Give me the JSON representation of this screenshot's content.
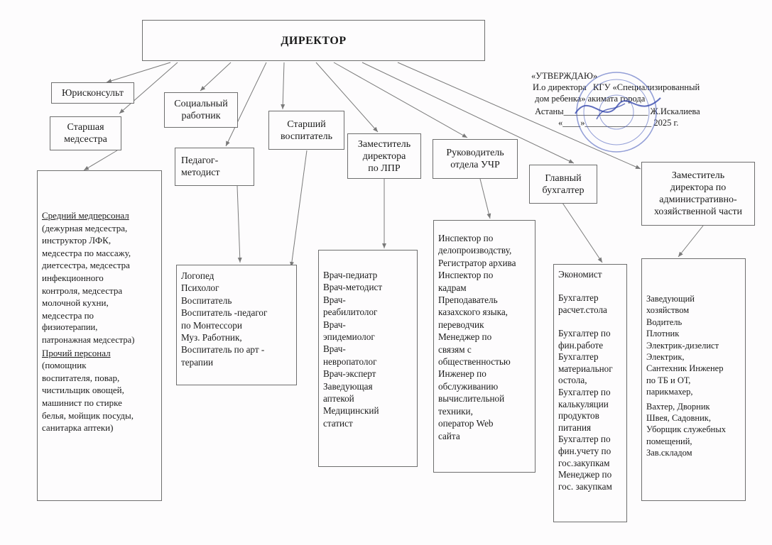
{
  "director": "ДИРЕКТОР",
  "headers": {
    "jurist": "Юрисконсульт",
    "social": "Социальный\nработник",
    "senior_nurse": "Старшая\nмедсестра",
    "senior_educator": "Старший\nвоспитатель",
    "methodist": "Педагог-\nметодист",
    "deputy_lpr": "Заместитель\nдиректора\nпо ЛПР",
    "head_uchr": "Руководитель\nотдела УЧР",
    "chief_accountant": "Главный\nбухгалтер",
    "deputy_admin": "Заместитель\nдиректора по\nадминистративно-\nхозяйственной части"
  },
  "medical_staff": {
    "title1": "Средний медперсонал",
    "body1": "(дежурная медсестра,\nинструктор ЛФК,\nмедсестра по массажу,\nдиетсестра, медсестра\nинфекционного\nконтроля, медсестра\nмолочной кухни,\nмедсестра по",
    "body1_small": "физиотерапии,\nпатронажная медсестра)",
    "title2": "Прочий персонал",
    "body2": "(помощник\nвоспитателя, повар,\nчистильщик овощей,\nмашинист по стирке\nбелья, мойщик посуды,\nсанитарка аптеки)"
  },
  "educators_list": "Логопед\nПсихолог\nВоспитатель\nВоспитатель -педагог\nпо Монтессори\nМуз. Работник,\nВоспитатель по арт -\nтерапии",
  "doctors_list": "Врач-педиатр\nВрач-методист\nВрач-\nреабилитолог\nВрач-\nэпидемиолог\nВрач-\nневропатолог\nВрач-эксперт\nЗаведующая\nаптекой\nМедицинский\nстатист",
  "uchr_list": "Инспектор по\nделопроизводству,\nРегистратор архива\nИнспектор по\nкадрам\nПреподаватель\nказахского языка,\nпереводчик\nМенеджер по\nсвязям        с\nобщественностью\nИнженер по\nобслуживанию\nвычислительной\nтехники,\nоператор Web\nсайта",
  "accounting_list": "Экономист\n\nБухгалтер\nрасчет.стола\n\nБухгалтер по\nфин.работе\nБухгалтер\nматериальног\nостола,\nБухгалтер по\nкалькуляции\nпродуктов\nпитания\nБухгалтер по\nфин.учету по\nгос.закупкам\nМенеджер по\nгос. закупкам",
  "admin_list": "Заведующий\nхозяйством\nВодитель\nПлотник\nЭлектрик-дизелист\nЭлектрик,\nСантехник Инженер\nпо ТБ и ОТ,\nпарикмахер,",
  "admin_list2": "Вахтер, Дворник\nШвея, Садовник,\nУборщик служебных\nпомещений,\n Зав.складом",
  "approval": {
    "line1": "«УТВЕРЖДАЮ»",
    "line2": "И.о директора   КГУ «Специализированный",
    "line3": " дом ребенка» акимата города",
    "line4": " Астаны___________________ Ж.Искалиева",
    "line5": "«____»_______________ 2025 г."
  }
}
